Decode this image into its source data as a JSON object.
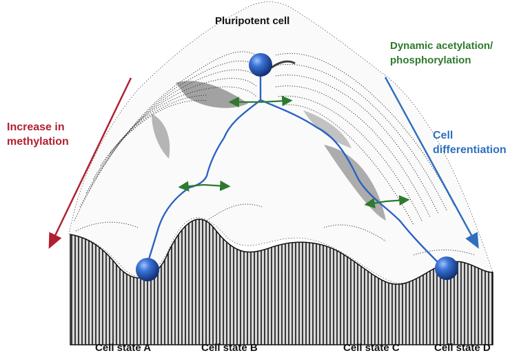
{
  "labels": {
    "top_cell": "Pluripotent cell",
    "acetylation_line1": "Dynamic acetylation/",
    "acetylation_line2": "phosphorylation",
    "methylation_line1": "Increase in",
    "methylation_line2": "methylation",
    "differentiation_line1": "Cell",
    "differentiation_line2": "differentiation"
  },
  "states": {
    "a": "Cell state A",
    "b": "Cell state B",
    "c": "Cell state C",
    "d": "Cell state D"
  },
  "colors": {
    "methylation_arrow": "#b02030",
    "differentiation_arrow": "#2f6fc0",
    "acetylation_arrows": "#2e7a2e",
    "path": "#2b62c4",
    "ball": "#1f4fa8",
    "landscape": "#111111"
  }
}
